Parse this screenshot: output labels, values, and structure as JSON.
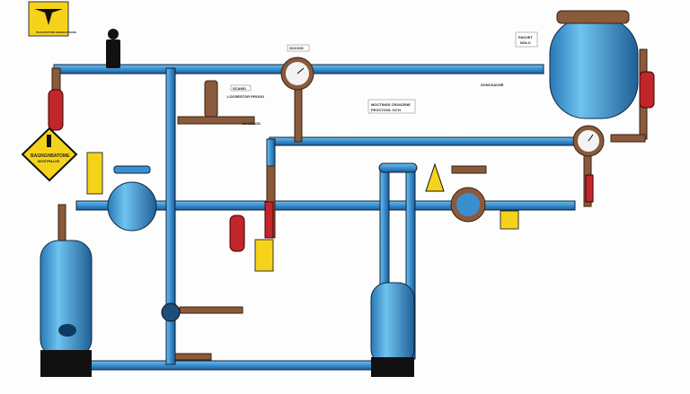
{
  "labels": {
    "top_sign": "PAUGNTATOM HGHEBASSOOE",
    "diamond_sign_line1": "BAGNGHBATOME",
    "diamond_sign_line2": "MOSTPALVE",
    "gauge_label": "SOCIOD",
    "valve_label": "SCAMO",
    "valve_sub_label": "LOCRESTOR PROGO",
    "tee_label": "BACESOS",
    "note_line1": "MOCTINGS CROICENE",
    "note_line2": "PEOCTOOL OCYI",
    "tank_label_line1": "PAGJET",
    "tank_label_line2": "NOLO",
    "valve_tag": "SONCSACHE"
  },
  "colors": {
    "pipe_blue": "#3a8fd0",
    "pipe_copper": "#8a5a3c",
    "warning_yellow": "#f5d31a",
    "valve_red": "#c0262a",
    "tank_blue": "#3d95cf"
  }
}
